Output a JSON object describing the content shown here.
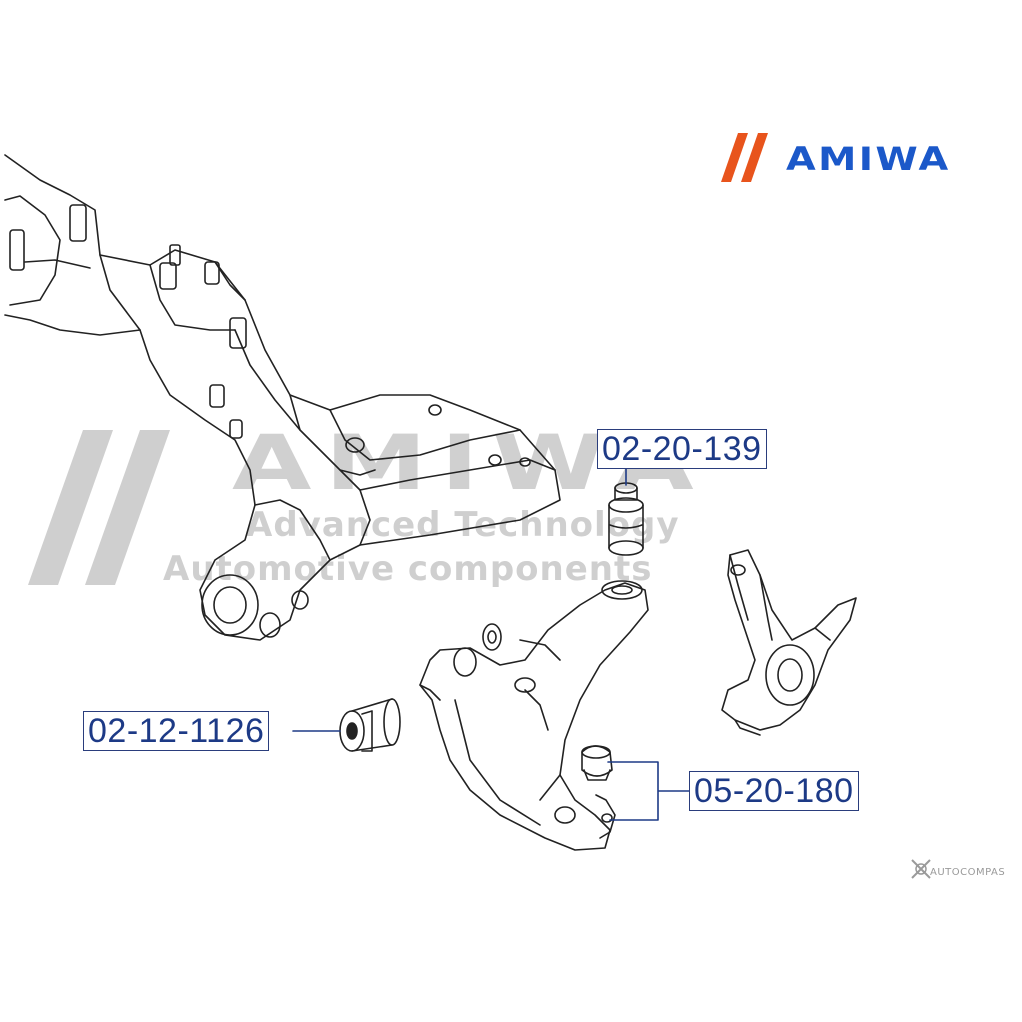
{
  "brand": {
    "name": "AMIWA",
    "colors": {
      "slashes": "#e8541c",
      "name": "#1b58c9"
    }
  },
  "watermark": {
    "title": "AMIWA",
    "line1": "Advanced Technology",
    "line2": "Automotive components"
  },
  "parts": [
    {
      "number": "02-20-139"
    },
    {
      "number": "02-12-1126"
    },
    {
      "number": "05-20-180"
    }
  ],
  "credit": {
    "text": "AUTOCOMPAS"
  },
  "colors": {
    "label_text": "#1d3a86",
    "label_border": "#2a3d7c",
    "line_art": "#222222",
    "watermark": "#c8c8c8"
  }
}
